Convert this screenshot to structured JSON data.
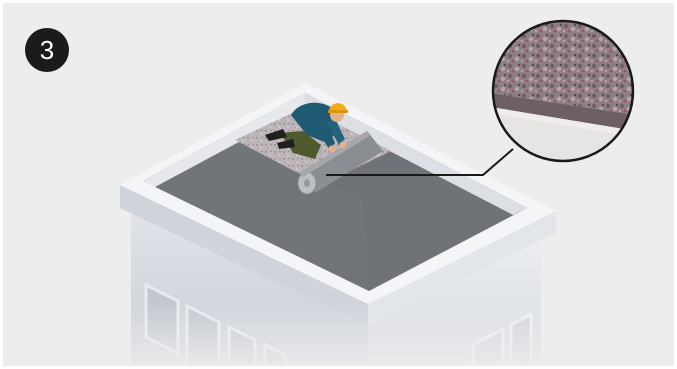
{
  "step": {
    "number": "3"
  },
  "colors": {
    "background": "#ededee",
    "badge": "#1b1b1b",
    "membrane": "#727579",
    "felt": "#b9b2b3",
    "building_front": "#d9dde3",
    "building_side": "#e5e8ed",
    "parapet_top": "#f4f5f7",
    "callout_line": "#1a1a1a"
  },
  "illustration": {
    "subject": "worker-rolling-roof-membrane",
    "detail_callout": "felt-underlay-closeup"
  }
}
